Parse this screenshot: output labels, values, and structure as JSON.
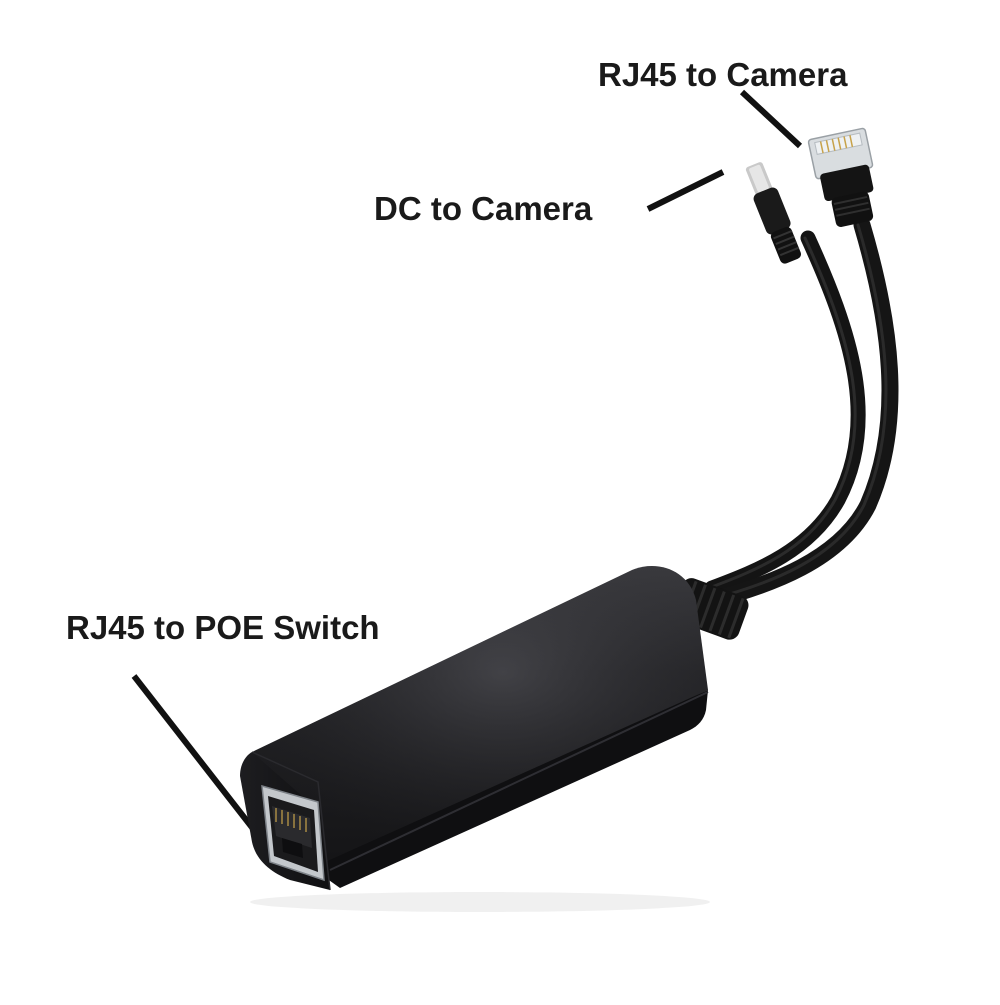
{
  "labels": {
    "rj45_camera": "RJ45 to Camera",
    "dc_camera": "DC to Camera",
    "rj45_poe_switch": "RJ45 to POE Switch"
  },
  "colors": {
    "background": "#ffffff",
    "label_text": "#1a1a1a",
    "pointer_line": "#111111",
    "housing": "#1c1c1e",
    "cable": "#151515"
  },
  "product": {
    "icon": "poe-splitter-icon"
  }
}
